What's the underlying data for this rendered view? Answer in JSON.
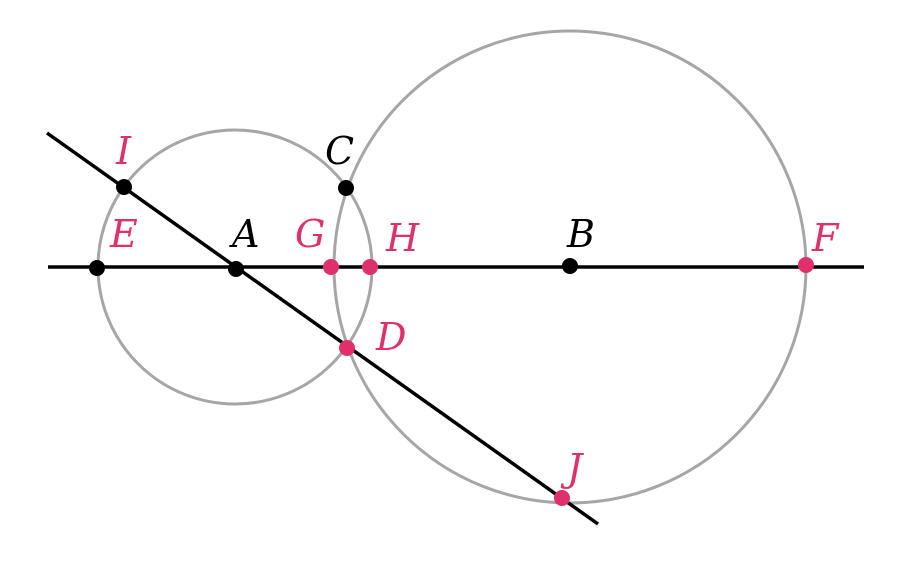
{
  "colors": {
    "background": "#ffffff",
    "circle_stroke": "#a6a6a6",
    "line_stroke": "#000000",
    "given_point": "#000000",
    "constructed_point": "#e0306a"
  },
  "points": {
    "A": {
      "label": "A",
      "color": "#000000"
    },
    "B": {
      "label": "B",
      "color": "#000000"
    },
    "C": {
      "label": "C",
      "color": "#000000"
    },
    "D": {
      "label": "D",
      "color": "#e0306a"
    },
    "E": {
      "label": "E",
      "color": "#e0306a"
    },
    "F": {
      "label": "F",
      "color": "#e0306a"
    },
    "G": {
      "label": "G",
      "color": "#e0306a"
    },
    "H": {
      "label": "H",
      "color": "#e0306a"
    },
    "I": {
      "label": "I",
      "color": "#e0306a"
    },
    "J": {
      "label": "J",
      "color": "#e0306a"
    }
  }
}
